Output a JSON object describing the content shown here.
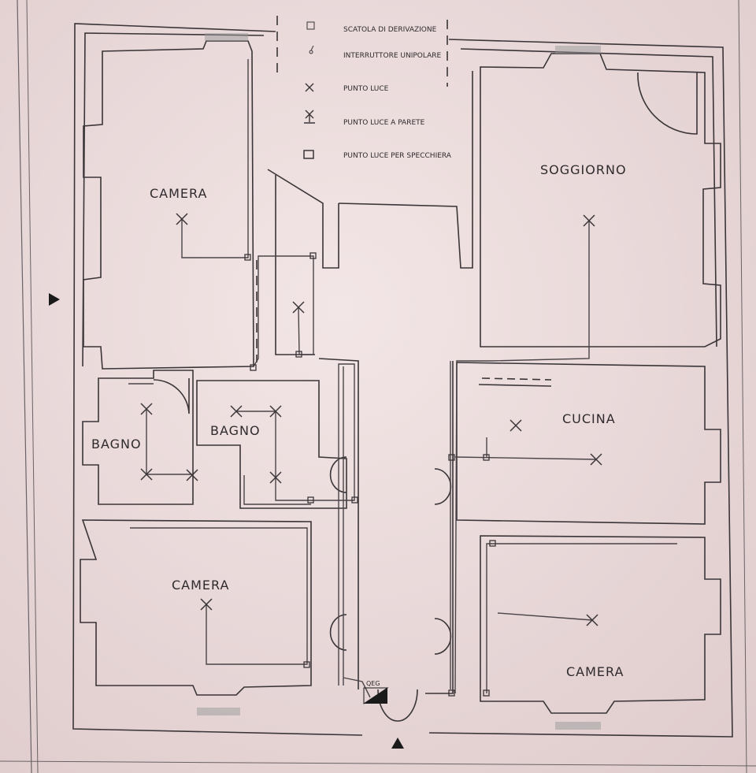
{
  "legend": [
    {
      "symbol": "junction-box",
      "label": "SCATOLA DI DERIVAZIONE"
    },
    {
      "symbol": "single-pole-switch",
      "label": "INTERRUTTORE UNIPOLARE"
    },
    {
      "symbol": "light-point",
      "label": "PUNTO LUCE"
    },
    {
      "symbol": "wall-light-point",
      "label": "PUNTO LUCE A PARETE"
    },
    {
      "symbol": "mirror-light-point",
      "label": "PUNTO LUCE PER SPECCHIERA"
    }
  ],
  "rooms": {
    "camera_top_left": "CAMERA",
    "soggiorno": "SOGGIORNO",
    "bagno_1": "BAGNO",
    "bagno_2": "BAGNO",
    "cucina": "CUCINA",
    "camera_bottom_left": "CAMERA",
    "camera_bottom_right": "CAMERA"
  },
  "panel_label": "QEG",
  "colors": {
    "paper": "#ecdcdc",
    "ink": "#3a3538"
  }
}
